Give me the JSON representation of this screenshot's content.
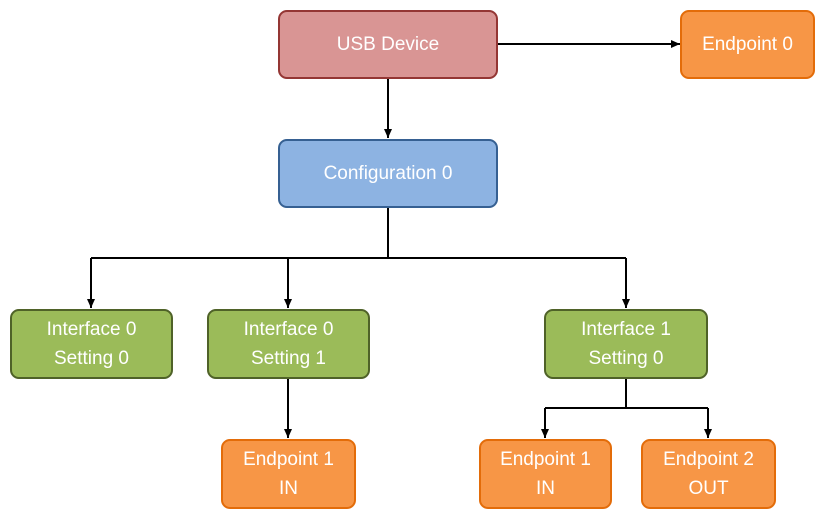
{
  "usb_device": {
    "label": "USB Device"
  },
  "endpoint0": {
    "label": "Endpoint 0"
  },
  "configuration": {
    "label": "Configuration 0"
  },
  "interfaces": [
    {
      "line1": "Interface 0",
      "line2": "Setting 0"
    },
    {
      "line1": "Interface 0",
      "line2": "Setting 1"
    },
    {
      "line1": "Interface 1",
      "line2": "Setting 0"
    }
  ],
  "endpoints": [
    {
      "line1": "Endpoint 1",
      "line2": "IN"
    },
    {
      "line1": "Endpoint 1",
      "line2": "IN"
    },
    {
      "line1": "Endpoint 2",
      "line2": "OUT"
    }
  ],
  "colors": {
    "device_fill": "#d99594",
    "configuration_fill": "#8db3e2",
    "interface_fill": "#9bbb59",
    "endpoint_fill": "#f79646",
    "connector": "#000000"
  }
}
